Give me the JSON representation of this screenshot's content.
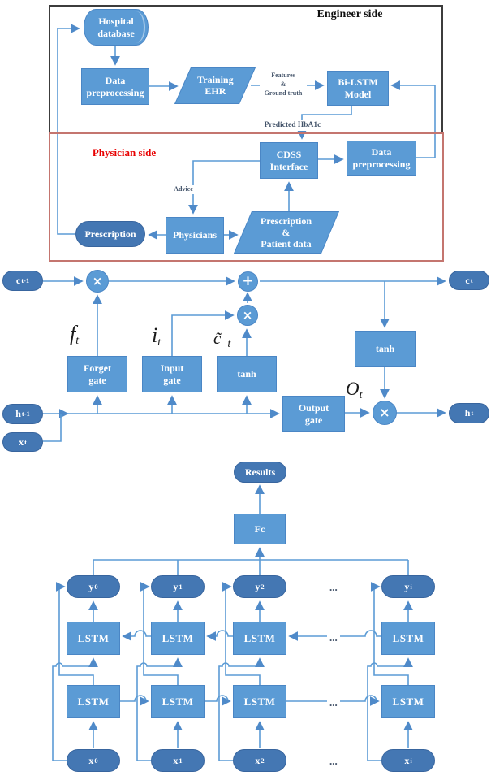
{
  "flowchart": {
    "engineer_label": "Engineer side",
    "physician_label": "Physician side",
    "hospital_database": "Hospital\ndatabase",
    "data_preprocessing_engineer": "Data\npreprocessing",
    "training_ehr": "Training\nEHR",
    "bilstm_model": "Bi-LSTM\nModel",
    "features_label": "Features\n&\nGround truth",
    "predicted_label": "Predicted HbA1c",
    "cdss_interface": "CDSS\nInterface",
    "data_preprocessing_physician": "Data\npreprocessing",
    "advice_label": "Advice",
    "prescription": "Prescription",
    "physicians": "Physicians",
    "prescription_patient_data": "Prescription\n&\nPatient data"
  },
  "lstm_cell": {
    "c_prev_base": "c",
    "c_prev_sub": "t-1",
    "c_t_base": "c",
    "c_t_sub": "t",
    "h_prev_base": "h",
    "h_prev_sub": "t-1",
    "h_t_base": "h",
    "h_t_sub": "t",
    "x_t_base": "x",
    "x_t_sub": "t",
    "mul": "×",
    "add": "+",
    "forget_gate": "Forget\ngate",
    "input_gate": "Input\ngate",
    "tanh": "tanh",
    "output_gate": "Output\ngate",
    "f_base": "f",
    "f_sub": "t",
    "i_base": "i",
    "i_sub": "t",
    "c_tilde_base": "c̃",
    "c_tilde_sub": "t",
    "o_base": "O",
    "o_sub": "t"
  },
  "bilstm_net": {
    "results": "Results",
    "fc": "Fc",
    "lstm": "LSTM",
    "dots": "...",
    "cols": [
      {
        "y_base": "y",
        "y_sub": "0",
        "x_base": "x",
        "x_sub": "0"
      },
      {
        "y_base": "y",
        "y_sub": "1",
        "x_base": "x",
        "x_sub": "1"
      },
      {
        "y_base": "y",
        "y_sub": "2",
        "x_base": "x",
        "x_sub": "2"
      },
      {
        "y_base": "y",
        "y_sub": "i",
        "x_base": "x",
        "x_sub": "i"
      }
    ]
  },
  "colors": {
    "shape_fill": "#5b9bd5",
    "stadium_fill": "#4477b3",
    "wire": "#5b9bd5",
    "engineer_border": "#3c3c3c",
    "physician_border": "#c4756f",
    "physician_text": "#e80000",
    "edge_label_text": "#44546a"
  }
}
